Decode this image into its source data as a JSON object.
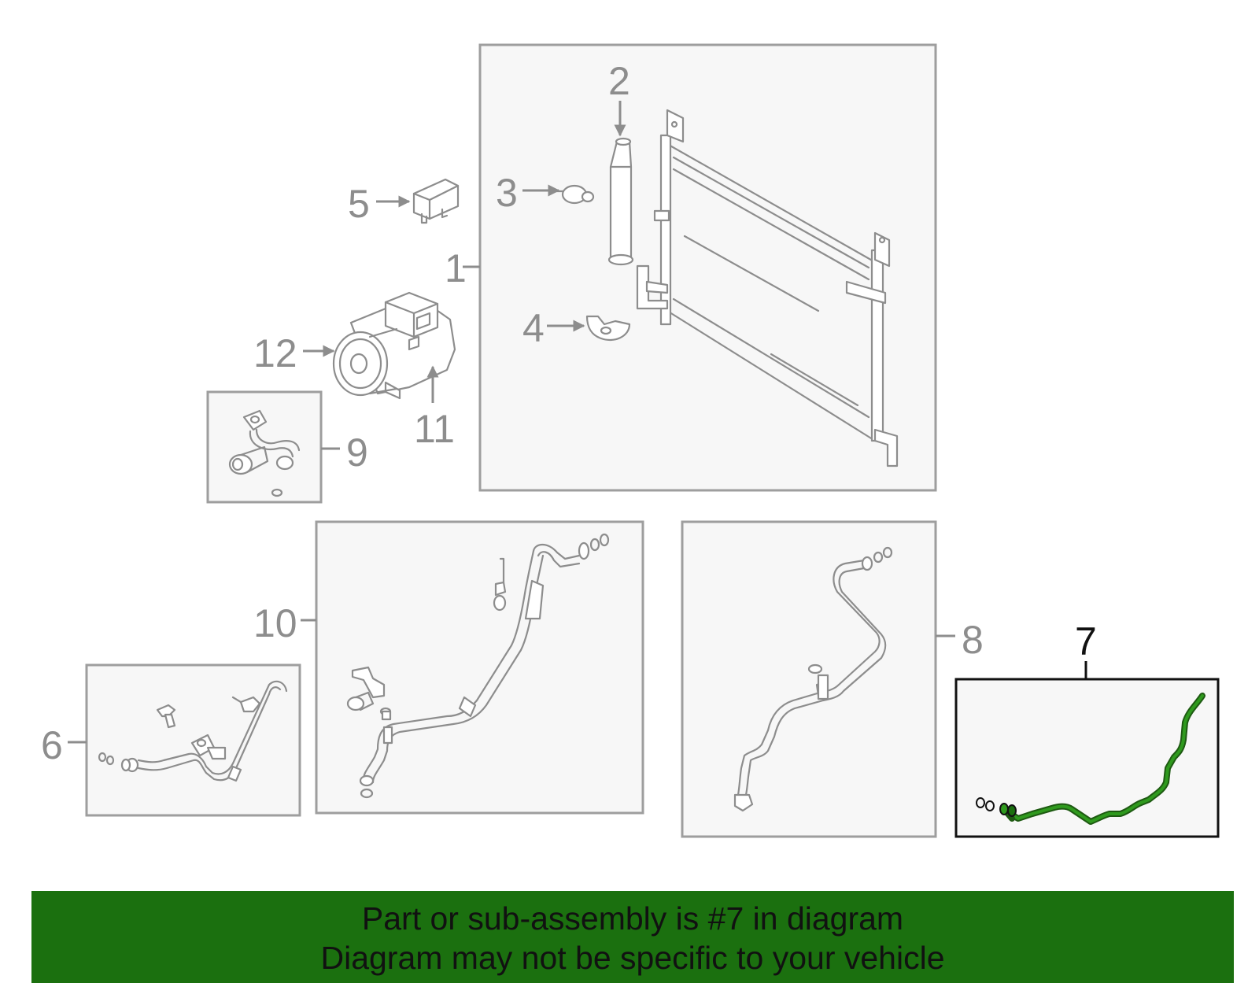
{
  "diagram": {
    "callouts": {
      "c1": "1",
      "c2": "2",
      "c3": "3",
      "c4": "4",
      "c5": "5",
      "c6": "6",
      "c7": "7",
      "c8": "8",
      "c9": "9",
      "c10": "10",
      "c11": "11",
      "c12": "12"
    },
    "highlighted_part": "7",
    "highlight_color": "#1b700f",
    "box_border_color": "#9e9e9e",
    "highlight_border_color": "#111111"
  },
  "banner": {
    "line1": "Part or sub-assembly is #7 in diagram",
    "line2": "Diagram may not be specific to your vehicle",
    "background": "#1b700f"
  }
}
